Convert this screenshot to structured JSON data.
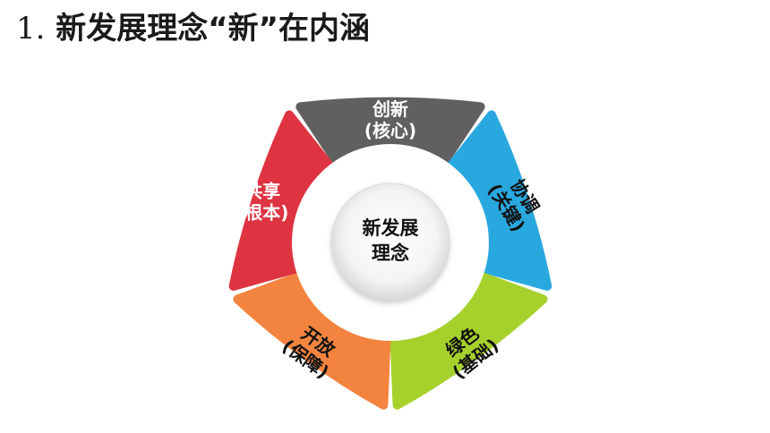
{
  "title": {
    "number": "1.",
    "text": "新发展理念“新”在内涵"
  },
  "diagram": {
    "center": {
      "line1": "新发展",
      "line2": "理念"
    },
    "segments": [
      {
        "key": "innovation",
        "line1": "创新",
        "line2": "(核心)",
        "color": "#606060",
        "text_color": "#ffffff"
      },
      {
        "key": "coordination",
        "line1": "协调",
        "line2": "(关键)",
        "color": "#29a8e0",
        "text_color": "#111111"
      },
      {
        "key": "green",
        "line1": "绿色",
        "line2": "(基础)",
        "color": "#a6d12c",
        "text_color": "#111111"
      },
      {
        "key": "openness",
        "line1": "开放",
        "line2": "(保障)",
        "color": "#f3843f",
        "text_color": "#111111"
      },
      {
        "key": "sharing",
        "line1": "共享",
        "line2": "(根本)",
        "color": "#de3441",
        "text_color": "#ffffff"
      }
    ]
  }
}
